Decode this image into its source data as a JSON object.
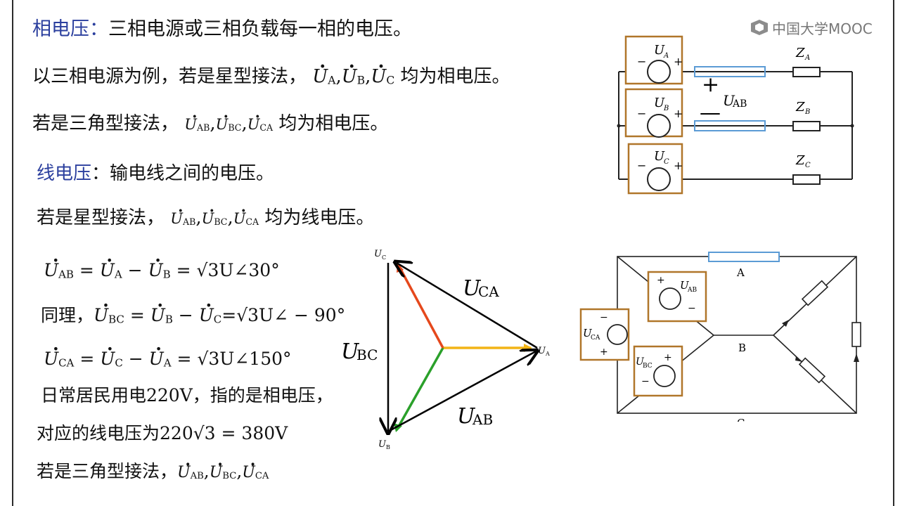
{
  "logo": {
    "text": "中国大学MOOC"
  },
  "phase": {
    "title": "相电压",
    "colon": "：",
    "def": "三相电源或三相负载每一相的电压。",
    "line1_pre": "以三相电源为例，若是星型接法，",
    "line1_post": "均为相电压。",
    "line2_pre": "若是三角型接法，",
    "line2_post": "均为相电压。"
  },
  "line": {
    "title": "线电压",
    "colon": "：",
    "def": "输电线之间的电压。",
    "line1_pre": "若是星型接法，",
    "line1_post": "均为线电压。"
  },
  "formulas": {
    "f1": "= √3U∠30°",
    "f2_pre": "同理，",
    "f2": "=√3U∠ − 90°",
    "f3": "= √3U∠150°",
    "note1": "日常居民用电220V，指的是相电压，",
    "note2_pre": "对应的线电压为",
    "note2_math": "220√3 = 380V",
    "note3_pre": "若是三角型接法，"
  },
  "symbols": {
    "U": "U",
    "A": "A",
    "B": "B",
    "C": "C",
    "AB": "AB",
    "BC": "BC",
    "CA": "CA",
    "comma": ",",
    "eq": "=",
    "minus": "−"
  },
  "phasor": {
    "labels": {
      "UC": "C",
      "UA": "A",
      "UB": "B",
      "UCA": "CA",
      "UBC": "BC",
      "UAB": "AB"
    },
    "colors": {
      "A": "#f2b416",
      "B": "#2aa02a",
      "C": "#e5481c",
      "line": "#000000"
    }
  },
  "star_circuit": {
    "sources": [
      "A",
      "B",
      "C"
    ],
    "loads": [
      "Z",
      "Z",
      "Z"
    ],
    "load_subs": [
      "A",
      "B",
      "C"
    ],
    "plus": "+",
    "minus": "−",
    "uab_plus": "+",
    "uab_minus": "—",
    "uab": "AB",
    "box_color": "#b0762a",
    "highlight_color": "#5b9bd5"
  },
  "delta_circuit": {
    "lines": [
      "A",
      "B",
      "C"
    ],
    "sources": [
      "AB",
      "CA",
      "BC"
    ],
    "plus": "+",
    "minus": "−"
  }
}
